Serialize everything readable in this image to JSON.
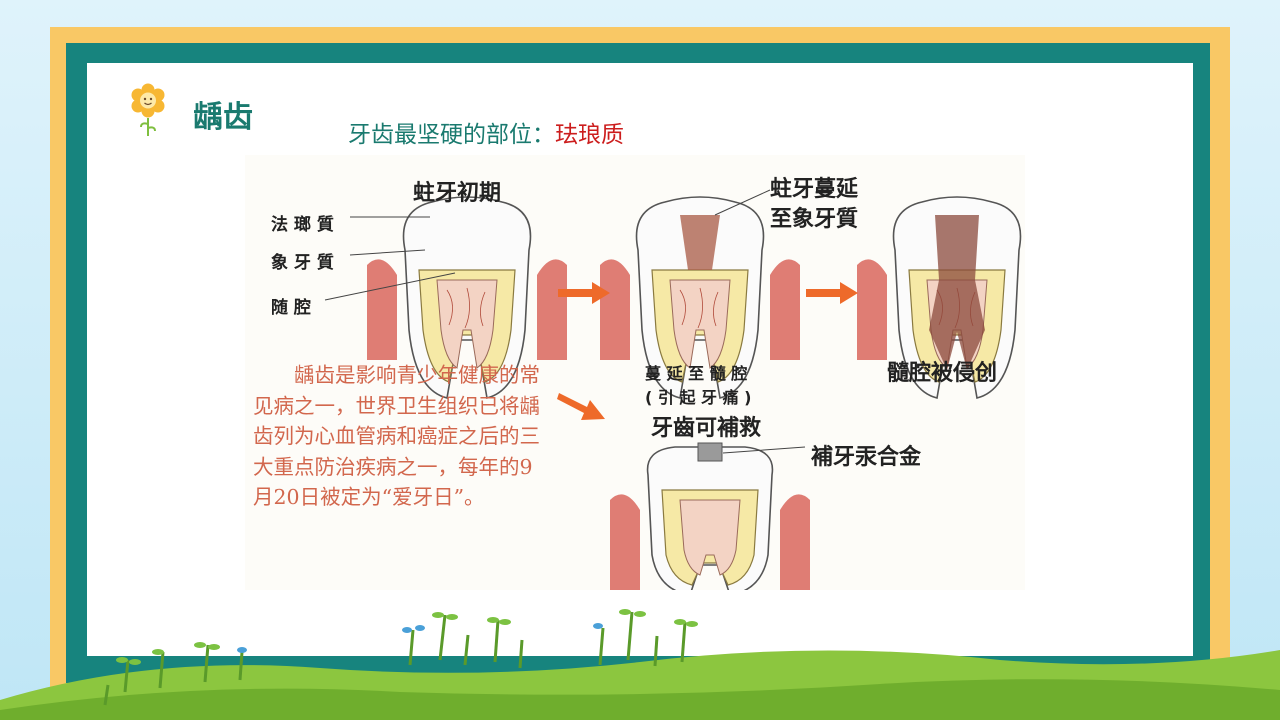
{
  "slide": {
    "title": "龋齿",
    "subtitle_prefix": "牙齿最坚硬的部位：",
    "subtitle_highlight": "珐琅质"
  },
  "diagram": {
    "stage1_title": "蛀牙初期",
    "label_enamel": "法 瑯 質",
    "label_dentin": "象 牙 質",
    "label_pulp": "随 腔",
    "stage2_title_line1": "蛀牙蔓延",
    "stage2_title_line2": "至象牙質",
    "stage3_title": "髓腔被侵创",
    "stage2b_line1": "蔓 延 至 髓 腔",
    "stage2b_line2": "( 引 起 牙 痛 )",
    "stage2b_line3": "牙齒可補救",
    "filling_label": "補牙汞合金",
    "paragraph": "龋齿是影响青少年健康的常见病之一，世界卫生组织已将龋齿列为心血管病和癌症之后的三大重点防治疾病之一，每年的9月20日被定为“爱牙日”。"
  },
  "colors": {
    "frame_orange": "#f9c865",
    "frame_teal": "#17847e",
    "title_teal": "#1a7a6f",
    "highlight_red": "#cc1d1d",
    "paragraph_orange": "#d2674d",
    "arrow_orange": "#ee6a2a",
    "gum_red": "#d9665d",
    "dentin_yellow": "#f6e9a6",
    "decay_brown": "#8b4a3c"
  },
  "icons": {
    "flower": "flower-icon",
    "grass": "grass-decoration",
    "arrow": "arrow-right-icon"
  }
}
